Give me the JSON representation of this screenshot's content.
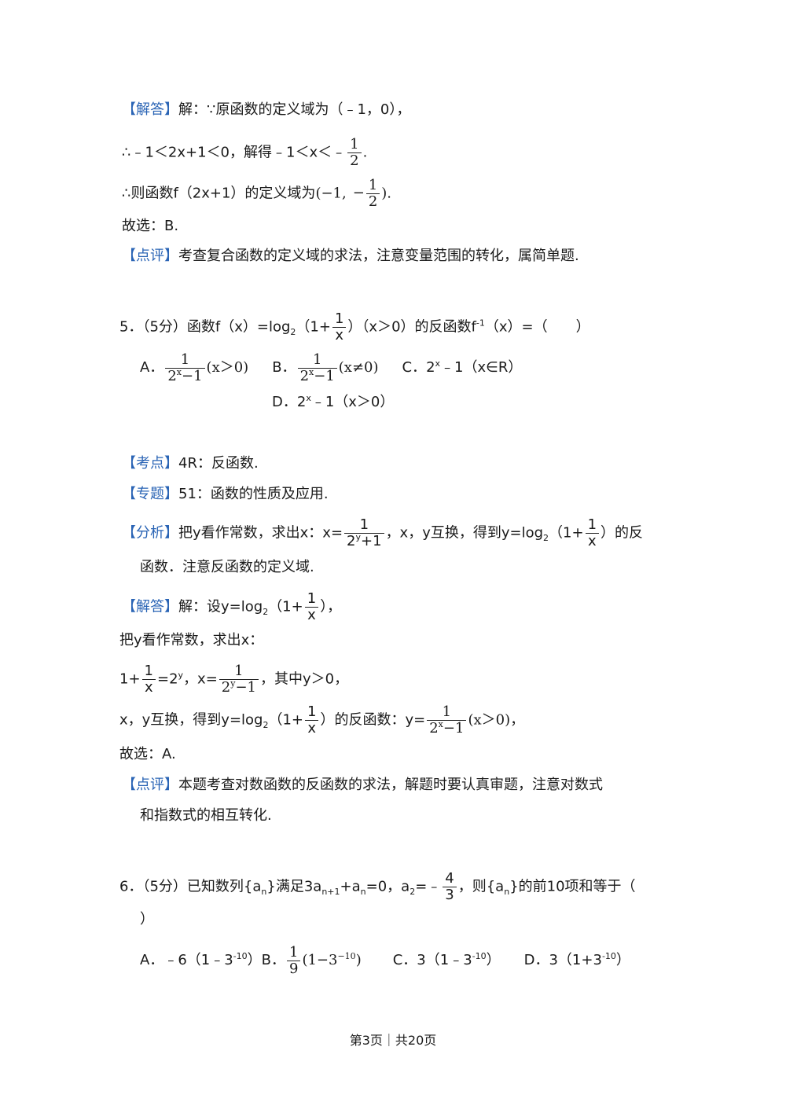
{
  "q4": {
    "answer_tag": "【解答】",
    "l1": "解：∵原函数的定义域为（﹣1，0），",
    "l2a": "∴﹣1＜2x+1＜0，解得﹣1＜x＜﹣",
    "half_num": "1",
    "half_den": "2",
    "dot": ".",
    "l3a": "∴则函数f（2x+1）的定义域为",
    "l3b": "(−1,",
    "l3c": "−",
    "l3d": ").",
    "choice": "故选：B.",
    "review_tag": "【点评】",
    "review": "考查复合函数的定义域的求法，注意变量范围的转化，属简单题."
  },
  "q5": {
    "stem_a": "5．（5分）函数f（x）=log",
    "sub2": "2",
    "stem_b": "（1+",
    "frac_num": "1",
    "frac_den": "x",
    "stem_c": "）（x＞0）的反函数f",
    "sup_inv": "-1",
    "stem_d": "（x）=（　　）",
    "optA_label": "A．",
    "optA_num": "1",
    "optA_den_base": "2",
    "optA_den_exp": "x",
    "optA_den_rest": "−1",
    "optA_cond": "(x＞0)",
    "optB_label": "B．",
    "optB_num": "1",
    "optB_den_base": "2",
    "optB_den_exp": "x",
    "optB_den_rest": "−1",
    "optB_cond": "(x≠0)",
    "optC_a": "C．2",
    "optC_sup": "x",
    "optC_b": "﹣1（x∈R）",
    "optD_a": "D．2",
    "optD_sup": "x",
    "optD_b": "﹣1（x＞0）",
    "kp_tag": "【考点】",
    "kp": "4R：反函数.",
    "topic_tag": "【专题】",
    "topic": "51：函数的性质及应用.",
    "an_tag": "【分析】",
    "an_a": "把y看作常数，求出x：x=",
    "an_num": "1",
    "an_den_base": "2",
    "an_den_exp": "y",
    "an_den_rest": "+1",
    "an_b": "，x，y互换，得到y=log",
    "an_sub": "2",
    "an_c": "（1+",
    "an_f_num": "1",
    "an_f_den": "x",
    "an_d": "）的反",
    "an_line2": "函数．注意反函数的定义域.",
    "sol_tag": "【解答】",
    "sol_a": "解：设y=log",
    "sol_sub": "2",
    "sol_b": "（1+",
    "sol_num": "1",
    "sol_den": "x",
    "sol_c": "），",
    "s2": "把y看作常数，求出x：",
    "s3_a": "1+",
    "s3_num": "1",
    "s3_den": "x",
    "s3_b": "=2",
    "s3_sup": "y",
    "s3_c": "，x=",
    "s3_f_num": "1",
    "s3_f_den_base": "2",
    "s3_f_den_exp": "y",
    "s3_f_den_rest": "−1",
    "s3_d": "，其中y＞0，",
    "s4_a": "x，y互换，得到y=log",
    "s4_sub": "2",
    "s4_b": "（1+",
    "s4_num": "1",
    "s4_den": "x",
    "s4_c": "）的反函数：y=",
    "s4_f_num": "1",
    "s4_f_den_base": "2",
    "s4_f_den_exp": "x",
    "s4_f_den_rest": "−1",
    "s4_d": "(x＞0)",
    "s4_e": "，",
    "choice": "故选：A.",
    "rv_tag": "【点评】",
    "rv_l1": "本题考查对数函数的反函数的求法，解题时要认真审题，注意对数式",
    "rv_l2": "和指数式的相互转化."
  },
  "q6": {
    "stem_a": "6．（5分）已知数列{a",
    "sub_n1": "n",
    "stem_b": "}满足3a",
    "sub_n2": "n+1",
    "stem_c": "+a",
    "sub_n3": "n",
    "stem_d": "=0，a",
    "sub_2": "2",
    "stem_e": "=﹣",
    "frac_num": "4",
    "frac_den": "3",
    "stem_f": "，则{a",
    "sub_n4": "n",
    "stem_g": "}的前10项和等于（",
    "stem_line2": "）",
    "optA_a": "A．﹣6（1﹣3",
    "optA_sup": "-10",
    "optA_b": "）",
    "optB_label": "B．",
    "optB_num": "1",
    "optB_den": "9",
    "optB_a": "(1−3",
    "optB_sup": "−10",
    "optB_b": ")",
    "optC_a": "C．3（1﹣3",
    "optC_sup": "-10",
    "optC_b": "）",
    "optD_a": "D．3（1+3",
    "optD_sup": "-10",
    "optD_b": "）"
  },
  "footer": {
    "text": "第3页｜共20页"
  }
}
